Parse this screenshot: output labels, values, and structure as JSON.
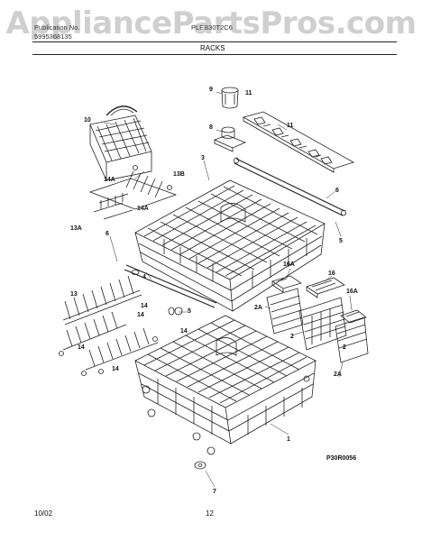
{
  "header": {
    "publication_label": "Publication No.",
    "publication_no": "5995368135",
    "model": "PLEB30T2C6",
    "section_title": "RACKS"
  },
  "watermark": "AppliancePartsPros.com",
  "diagram_code": "P30R0056",
  "footer": {
    "date": "10/02",
    "page": "12"
  },
  "callouts": [
    "9",
    "11",
    "10",
    "11",
    "8",
    "3",
    "13B",
    "14A",
    "14A",
    "13A",
    "6",
    "6",
    "5",
    "4",
    "16A",
    "16",
    "16A",
    "2A",
    "2",
    "13",
    "14",
    "14",
    "14",
    "5",
    "14",
    "14",
    "2",
    "2A",
    "1",
    "7"
  ]
}
